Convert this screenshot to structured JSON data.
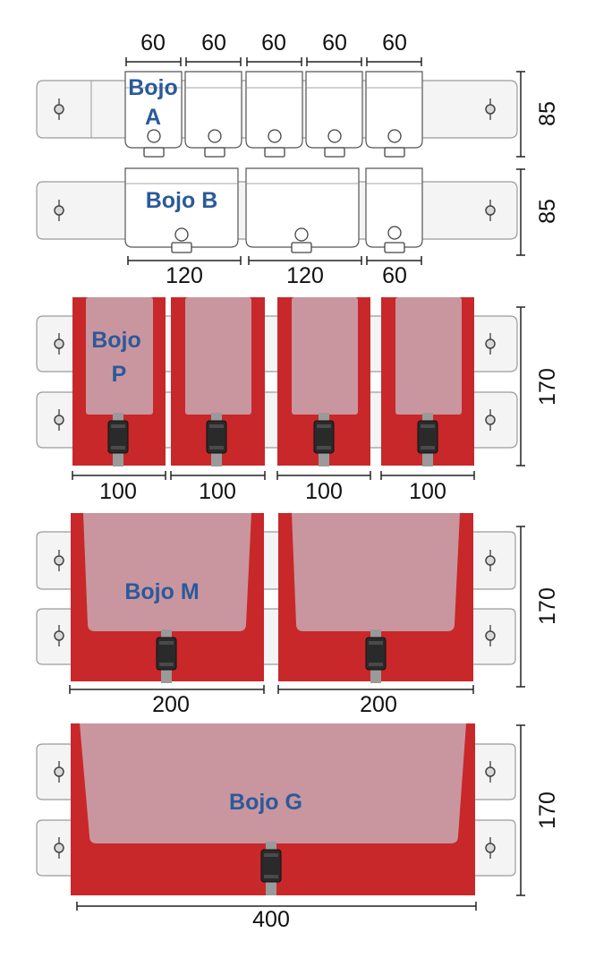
{
  "colors": {
    "label": "#2a5a9a",
    "bag_red": "#c8282a",
    "flap_pink": "#c9969f",
    "rail": "#f4f4f4",
    "line": "#222222"
  },
  "rows": [
    {
      "id": "row-a",
      "labels": [
        "Bojo",
        "A"
      ],
      "widths": [
        "60",
        "60",
        "60",
        "60",
        "60"
      ],
      "height": "85"
    },
    {
      "id": "row-b",
      "labels": [
        "Bojo B"
      ],
      "widths": [
        "120",
        "120",
        "60"
      ],
      "height": "85"
    },
    {
      "id": "row-p",
      "labels": [
        "Bojo",
        "P"
      ],
      "widths": [
        "100",
        "100",
        "100",
        "100"
      ],
      "height": "170"
    },
    {
      "id": "row-m",
      "labels": [
        "Bojo M"
      ],
      "widths": [
        "200",
        "200"
      ],
      "height": "170"
    },
    {
      "id": "row-g",
      "labels": [
        "Bojo G"
      ],
      "widths": [
        "400"
      ],
      "height": "170"
    }
  ]
}
